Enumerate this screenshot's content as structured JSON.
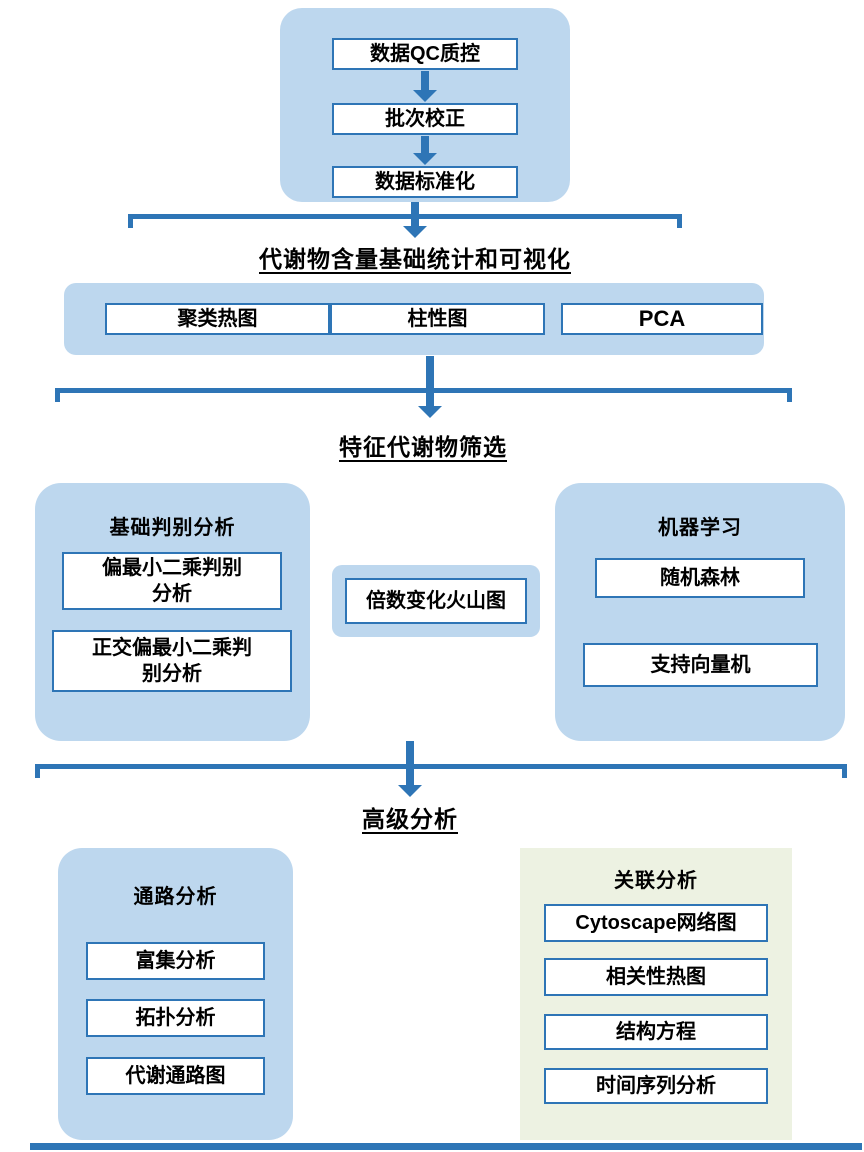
{
  "colors": {
    "container_blue": "#BDD7EE",
    "container_green": "#EDF2E2",
    "accent_blue": "#2E75B6",
    "box_bg": "#FFFFFF",
    "text": "#000000"
  },
  "preprocess": {
    "steps": [
      "数据QC质控",
      "批次校正",
      "数据标准化"
    ]
  },
  "stats_section": {
    "title": "代谢物含量基础统计和可视化",
    "items": [
      "聚类热图",
      "柱性图",
      "PCA"
    ]
  },
  "screening_section": {
    "title": "特征代谢物筛选",
    "discriminant": {
      "title": "基础判别分析",
      "items": [
        "偏最小二乘判别\n分析",
        "正交偏最小二乘判\n别分析"
      ]
    },
    "volcano": "倍数变化火山图",
    "machine_learning": {
      "title": "机器学习",
      "items": [
        "随机森林",
        "支持向量机"
      ]
    }
  },
  "advanced_section": {
    "title": "高级分析",
    "pathway": {
      "title": "通路分析",
      "items": [
        "富集分析",
        "拓扑分析",
        "代谢通路图"
      ]
    },
    "correlation": {
      "title": "关联分析",
      "items": [
        "Cytoscape网络图",
        "相关性热图",
        "结构方程",
        "时间序列分析"
      ]
    }
  }
}
